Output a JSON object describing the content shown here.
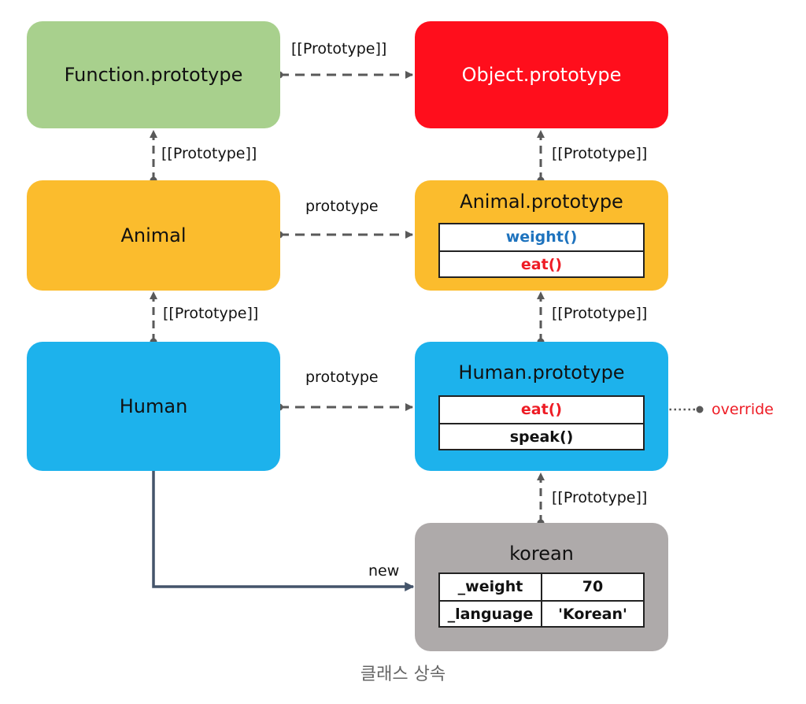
{
  "nodes": {
    "function_prototype": {
      "label": "Function.prototype",
      "color": "#a8d08d"
    },
    "object_prototype": {
      "label": "Object.prototype",
      "color": "#ff0e1c"
    },
    "animal": {
      "label": "Animal",
      "color": "#fbbc2d"
    },
    "animal_prototype": {
      "label": "Animal.prototype",
      "color": "#fbbc2d",
      "methods": [
        {
          "name": "weight()",
          "color": "#1e73be"
        },
        {
          "name": "eat()",
          "color": "#ee1c25"
        }
      ]
    },
    "human": {
      "label": "Human",
      "color": "#1db2ec"
    },
    "human_prototype": {
      "label": "Human.prototype",
      "color": "#1db2ec",
      "methods": [
        {
          "name": "eat()",
          "color": "#ee1c25"
        },
        {
          "name": "speak()",
          "color": "#111111"
        }
      ]
    },
    "korean": {
      "label": "korean",
      "color": "#aeaaaa",
      "properties": [
        {
          "key": "_weight",
          "value": "70"
        },
        {
          "key": "_language",
          "value": "'Korean'"
        }
      ]
    }
  },
  "edges": {
    "function_to_object": "[[Prototype]]",
    "animal_to_function": "[[Prototype]]",
    "animal_prototype_to_object": "[[Prototype]]",
    "animal_prototype_link": "prototype",
    "human_to_animal": "[[Prototype]]",
    "human_prototype_to_animal_prototype": "[[Prototype]]",
    "human_prototype_link": "prototype",
    "korean_to_human_prototype": "[[Prototype]]",
    "new_link": "new",
    "override_note": "override"
  },
  "colors": {
    "dashed_line": "#595959",
    "dotted_line": "#595959",
    "new_line": "#44546a",
    "override_text": "#ee1c25"
  },
  "caption": "클래스 상속"
}
